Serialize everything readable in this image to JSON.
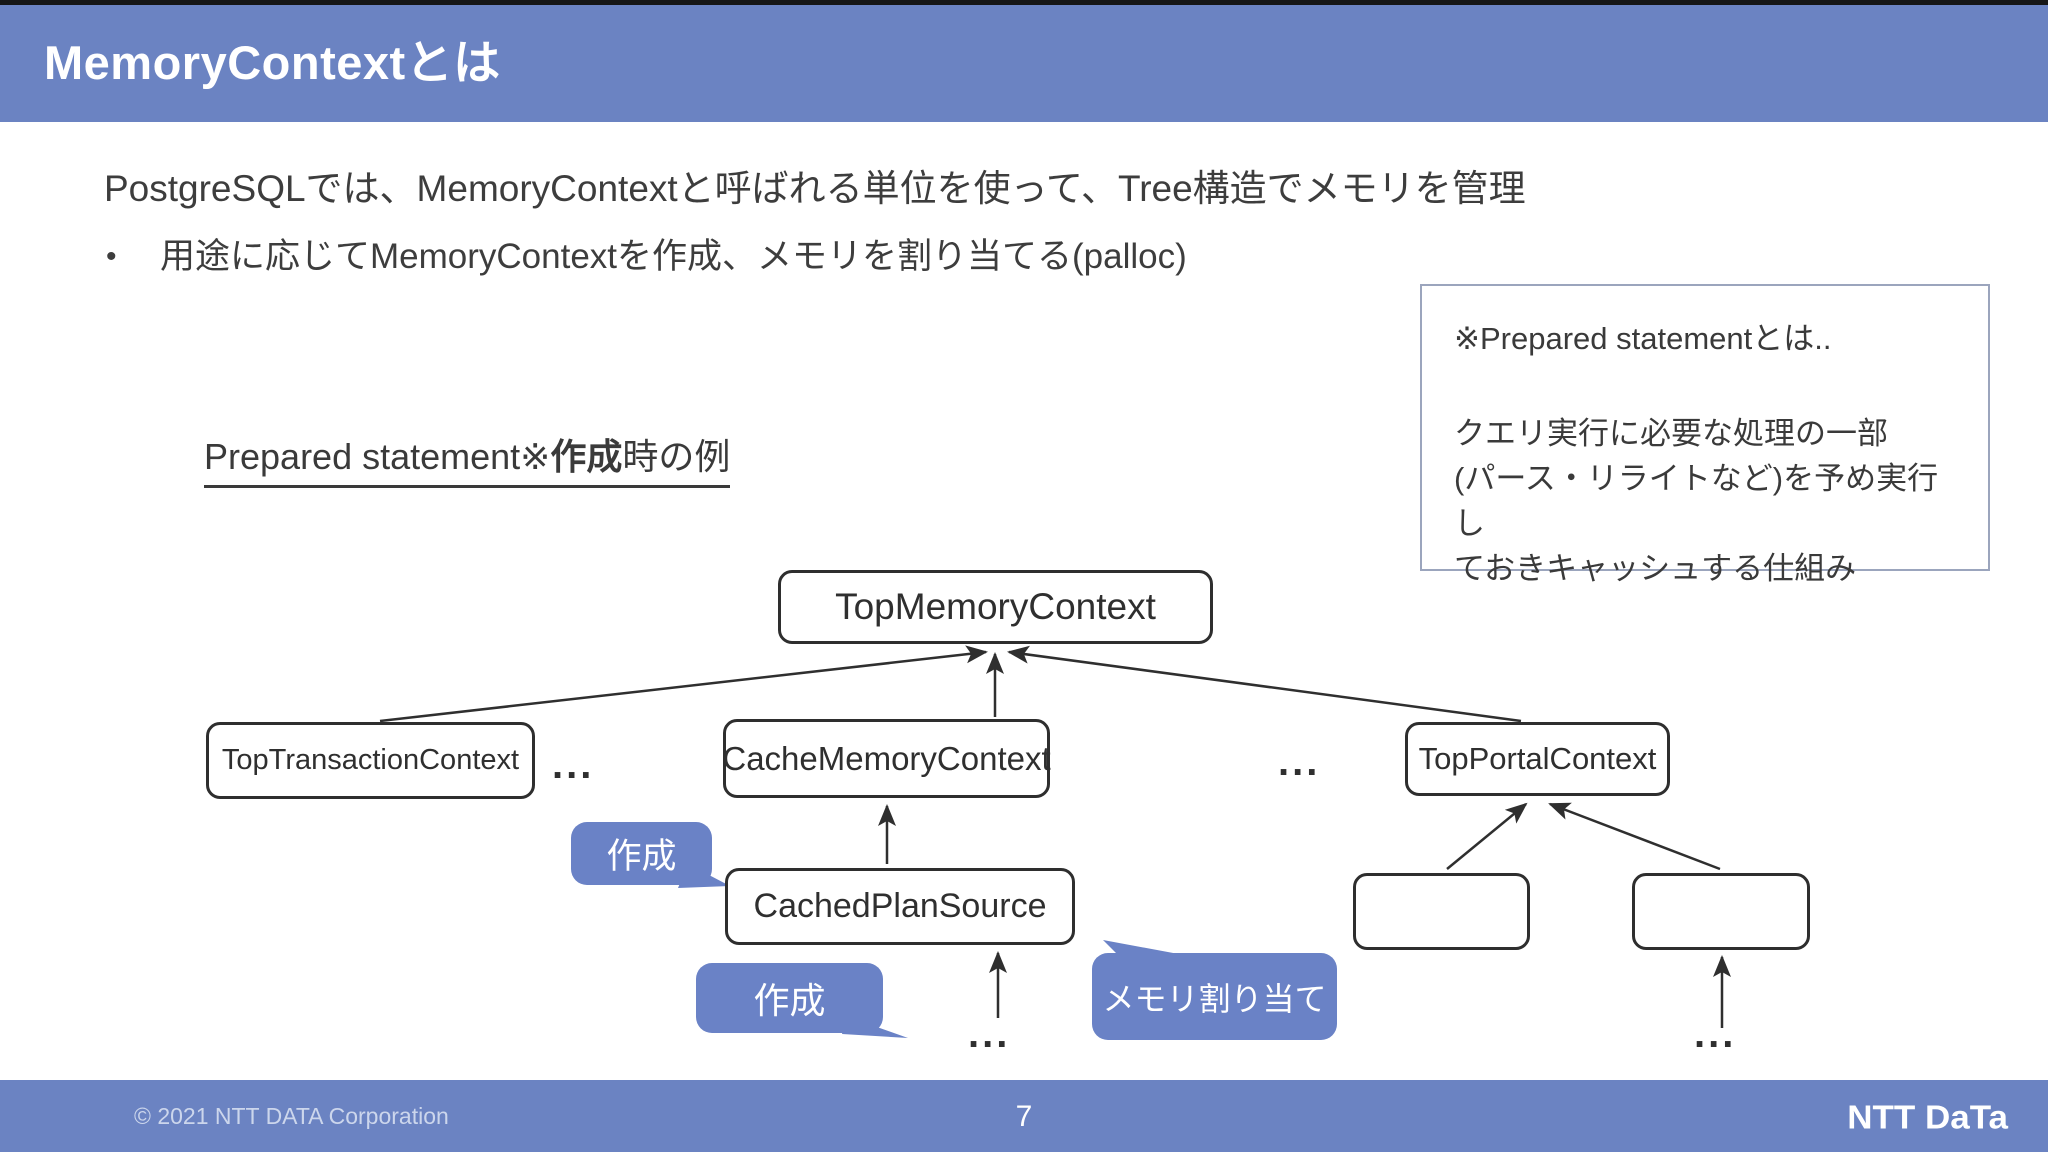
{
  "slide": {
    "title": "MemoryContextとは",
    "intro": "PostgreSQLでは、MemoryContextと呼ばれる単位を使って、Tree構造でメモリを管理",
    "bullet_marker": "•",
    "bullet": "用途に応じてMemoryContextを作成、メモリを割り当てる(palloc)",
    "example_heading": {
      "prefix": "Prepared statement※",
      "bold": "作成",
      "suffix": "時の例"
    },
    "note_box": {
      "title": "※Prepared statementとは..",
      "lines": [
        "クエリ実行に必要な処理の一部",
        "(パース・リライトなど)を予め実行し",
        "ておきキャッシュする仕組み"
      ]
    },
    "tree": {
      "nodes": {
        "top_memory": "TopMemoryContext",
        "top_transaction": "TopTransactionContext",
        "cache_memory": "CacheMemoryContext",
        "top_portal": "TopPortalContext",
        "cached_plan_source": "CachedPlanSource"
      },
      "ellipsis": "..."
    },
    "callouts": {
      "create1": "作成",
      "create2": "作成",
      "alloc": "メモリ割り当て"
    },
    "footer": {
      "copyright": "© 2021 NTT DATA Corporation",
      "page_number": "7",
      "logo": "NTT DaTa"
    },
    "colors": {
      "accent_blue": "#6b83c2",
      "bubble_blue": "#6a82c6"
    }
  }
}
